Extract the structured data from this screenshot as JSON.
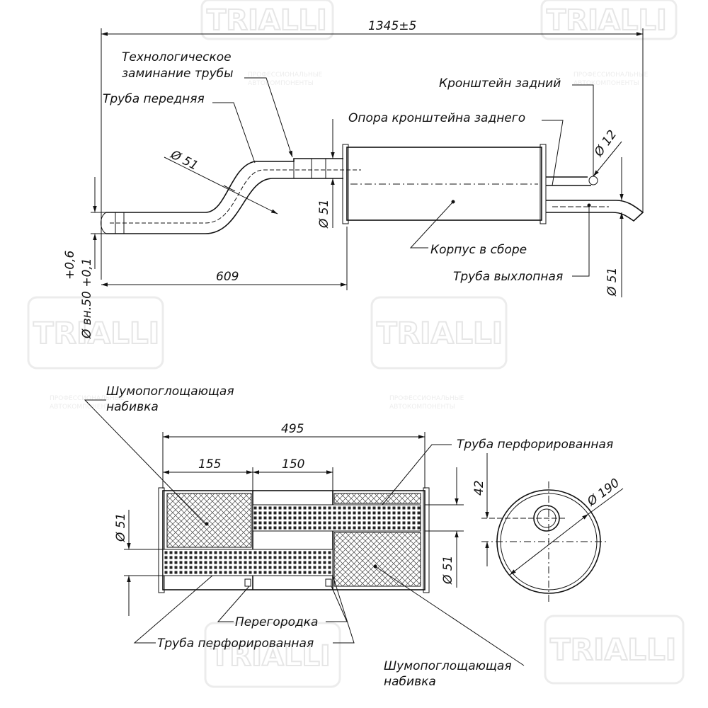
{
  "watermark": {
    "brand": "TRIALLI",
    "tagline_1": "ПРОФЕССИОНАЛЬНЫЕ",
    "tagline_2": "АВТОКОМПОНЕНТЫ"
  },
  "top_view": {
    "labels": {
      "tech_bend_1": "Технологическое",
      "tech_bend_2": "заминание трубы",
      "front_pipe": "Труба передняя",
      "rear_bracket": "Кронштейн задний",
      "rear_bracket_support": "Опора кронштейна заднего",
      "body_assembly": "Корпус в сборе",
      "exhaust_pipe": "Труба выхлопная"
    },
    "dimensions": {
      "overall_length": "1345±5",
      "inlet_length": "609",
      "d51_front": "Ø 51",
      "d51_inlet": "Ø 51",
      "d51_outlet": "Ø 51",
      "d12": "Ø 12",
      "d_inner_50": "Ø вн.50 +0,1",
      "tolerance_top": "+0,6"
    }
  },
  "section_view": {
    "labels": {
      "absorbing_packing_1": "Шумопоглощающая",
      "absorbing_packing_2": "набивка",
      "perforated_pipe_top": "Труба  перфорированная",
      "partition": "Перегородка",
      "perforated_pipe_bottom": "Труба  перфорированная",
      "absorbing_packing_b1": "Шумопоглощающая",
      "absorbing_packing_b2": "набивка"
    },
    "dimensions": {
      "body_length": "495",
      "chamber_1": "155",
      "chamber_2": "150",
      "d51_left": "Ø 51",
      "d51_right": "Ø 51",
      "offset_42": "42",
      "d190": "Ø 190"
    }
  }
}
